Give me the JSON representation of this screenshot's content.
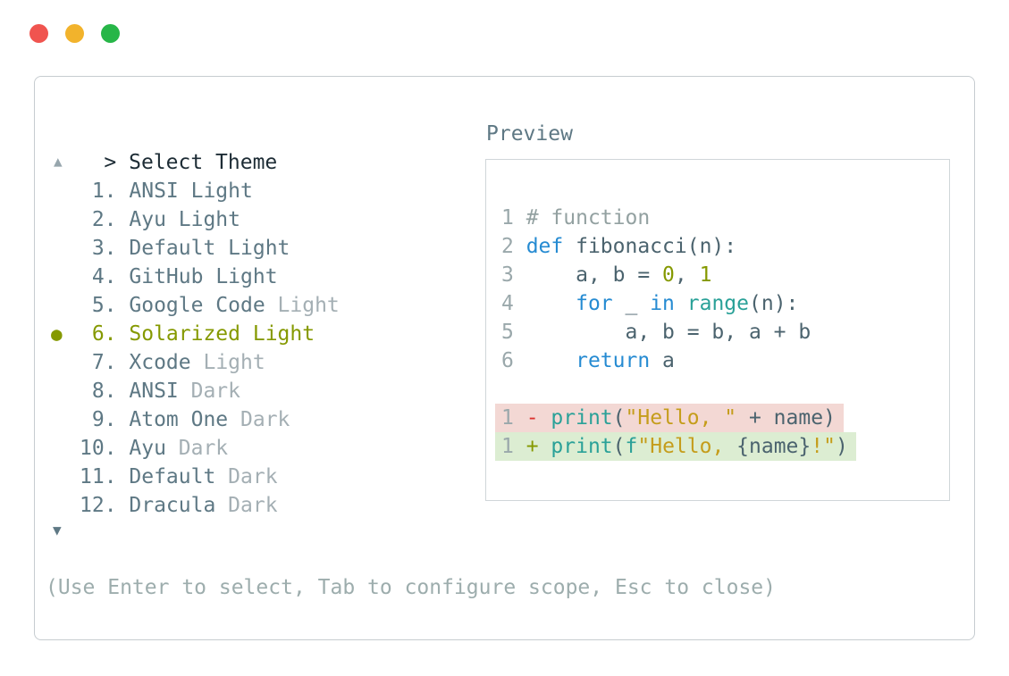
{
  "window": {
    "traffic_lights": [
      {
        "name": "close",
        "color": "#f0544f"
      },
      {
        "name": "minimize",
        "color": "#f2b32c"
      },
      {
        "name": "zoom",
        "color": "#27b648"
      }
    ]
  },
  "palette": {
    "prompt_char": ">",
    "title": "Select Theme",
    "scroll_up_symbol": "▲",
    "scroll_down_symbol": "▼",
    "selected_bullet": "●",
    "hint": "(Use Enter to select, Tab to configure scope, Esc to close)",
    "items": [
      {
        "number": "1.",
        "name": "ANSI",
        "variant": "Light",
        "variant_dim": false,
        "selected": false
      },
      {
        "number": "2.",
        "name": "Ayu",
        "variant": "Light",
        "variant_dim": false,
        "selected": false
      },
      {
        "number": "3.",
        "name": "Default",
        "variant": "Light",
        "variant_dim": false,
        "selected": false
      },
      {
        "number": "4.",
        "name": "GitHub",
        "variant": "Light",
        "variant_dim": false,
        "selected": false
      },
      {
        "number": "5.",
        "name": "Google Code",
        "variant": "Light",
        "variant_dim": true,
        "selected": false
      },
      {
        "number": "6.",
        "name": "Solarized",
        "variant": "Light",
        "variant_dim": false,
        "selected": true
      },
      {
        "number": "7.",
        "name": "Xcode",
        "variant": "Light",
        "variant_dim": true,
        "selected": false
      },
      {
        "number": "8.",
        "name": "ANSI",
        "variant": "Dark",
        "variant_dim": true,
        "selected": false
      },
      {
        "number": "9.",
        "name": "Atom One",
        "variant": "Dark",
        "variant_dim": true,
        "selected": false
      },
      {
        "number": "10.",
        "name": "Ayu",
        "variant": "Dark",
        "variant_dim": true,
        "selected": false
      },
      {
        "number": "11.",
        "name": "Default",
        "variant": "Dark",
        "variant_dim": true,
        "selected": false
      },
      {
        "number": "12.",
        "name": "Dracula",
        "variant": "Dark",
        "variant_dim": true,
        "selected": false
      }
    ]
  },
  "preview": {
    "label": "Preview",
    "code_lines": [
      {
        "num": "1",
        "segments": [
          {
            "t": "# function",
            "c": "comment"
          }
        ]
      },
      {
        "num": "2",
        "segments": [
          {
            "t": "def",
            "c": "kw"
          },
          {
            "t": " fibonacci(n):",
            "c": "body"
          }
        ]
      },
      {
        "num": "3",
        "segments": [
          {
            "t": "    a, b = ",
            "c": "body"
          },
          {
            "t": "0",
            "c": "num"
          },
          {
            "t": ", ",
            "c": "body"
          },
          {
            "t": "1",
            "c": "num"
          }
        ]
      },
      {
        "num": "4",
        "segments": [
          {
            "t": "    ",
            "c": "body"
          },
          {
            "t": "for",
            "c": "kw"
          },
          {
            "t": " _ ",
            "c": "body"
          },
          {
            "t": "in",
            "c": "kw"
          },
          {
            "t": " ",
            "c": "body"
          },
          {
            "t": "range",
            "c": "fn"
          },
          {
            "t": "(n):",
            "c": "body"
          }
        ]
      },
      {
        "num": "5",
        "segments": [
          {
            "t": "        a, b = b, a + b",
            "c": "body"
          }
        ]
      },
      {
        "num": "6",
        "segments": [
          {
            "t": "    ",
            "c": "body"
          },
          {
            "t": "return",
            "c": "kw"
          },
          {
            "t": " a",
            "c": "body"
          }
        ]
      }
    ],
    "diff_lines": [
      {
        "num": "1",
        "sign": "-",
        "type": "removed",
        "segments": [
          {
            "t": "print",
            "c": "fn"
          },
          {
            "t": "(",
            "c": "body"
          },
          {
            "t": "\"Hello, \"",
            "c": "str"
          },
          {
            "t": " + name)",
            "c": "body"
          }
        ]
      },
      {
        "num": "1",
        "sign": "+",
        "type": "added",
        "segments": [
          {
            "t": "print",
            "c": "fn"
          },
          {
            "t": "(",
            "c": "body"
          },
          {
            "t": "f",
            "c": "fn"
          },
          {
            "t": "\"Hello, ",
            "c": "str"
          },
          {
            "t": "{name}",
            "c": "body"
          },
          {
            "t": "!\"",
            "c": "str"
          },
          {
            "t": ")",
            "c": "body"
          }
        ]
      }
    ]
  },
  "colors": {
    "accent_selected": "#859900",
    "keyword_blue": "#268bd2",
    "function_teal": "#2aa198",
    "string_yellow": "#c59d1b",
    "number_olive": "#859900",
    "comment_gray": "#93a1a1",
    "code_body": "#4b636e",
    "list_text": "#5e7884",
    "list_dim": "#a4afb4",
    "diff_removed_bg": "#f3d8d4",
    "diff_added_bg": "#dcedd2",
    "diff_minus_red": "#dc322f",
    "traffic_red": "#f0544f",
    "traffic_yellow": "#f2b32c",
    "traffic_green": "#27b648"
  }
}
